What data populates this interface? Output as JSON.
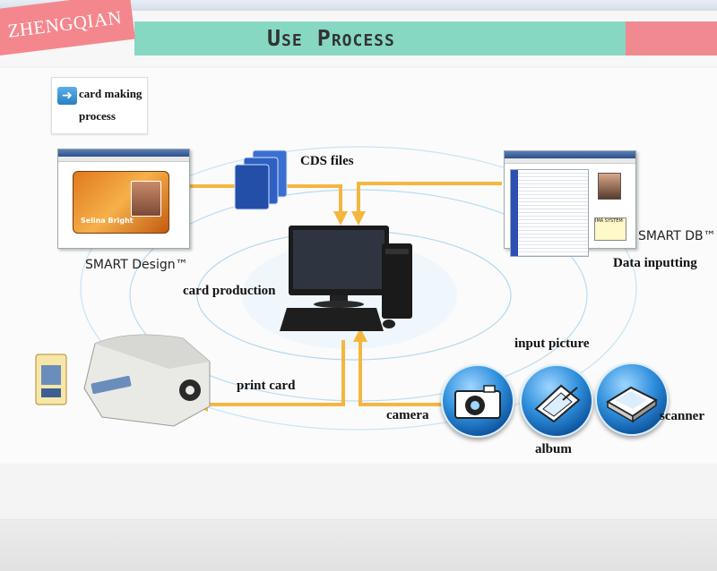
{
  "header": {
    "brand": "ZHENGQIAN",
    "title": "Use Process"
  },
  "process_box": {
    "line1": "card making",
    "line2": "process"
  },
  "software": {
    "design_label": "SMART Design™",
    "db_label": "SMART DB™",
    "data_inputting": "Data inputting",
    "design_card_name": "Selina Bright",
    "design_card_logo": "",
    "db_card_text": "IMA SYSTEM"
  },
  "labels": {
    "cds_files": "CDS files",
    "card_production": "card production",
    "print_card": "print card",
    "input_picture": "input picture",
    "camera": "camera",
    "album": "album",
    "scanner": "scanner"
  },
  "colors": {
    "arrow": "#f5b640",
    "teal": "#86d8c2",
    "pink": "#f4878d",
    "icon_blue": "#2f8fdc"
  }
}
